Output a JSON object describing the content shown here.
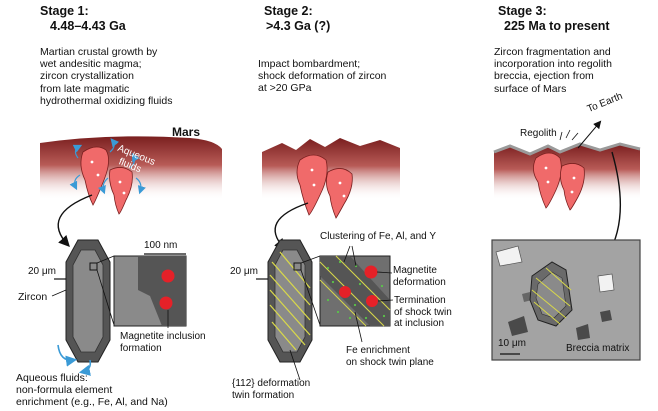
{
  "stage1": {
    "title_line1": "Stage 1:",
    "title_line2": "4.48–4.43 Ga",
    "description": [
      "Martian crustal growth by",
      "wet andesitic magma;",
      "zircon crystallization",
      "from late magmatic",
      "hydrothermal oxidizing fluids"
    ],
    "mars_label": "Mars",
    "fluids_label_line1": "Aqueous",
    "fluids_label_line2": "fluids",
    "scale_label": "20 μm",
    "zoom_scale_label": "100 nm",
    "zircon_label": "Zircon",
    "inclusion_label_line1": "Magnetite inclusion",
    "inclusion_label_line2": "formation",
    "fluids_note": [
      "Aqueous fluids:",
      "non-formula element",
      "enrichment (e.g., Fe, Al, and Na)"
    ]
  },
  "stage2": {
    "title_line1": "Stage 2:",
    "title_line2": ">4.3 Ga (?)",
    "description": [
      "Impact bombardment;",
      "shock deformation of zircon",
      "at >20 GPa"
    ],
    "scale_label": "20 μm",
    "clustering_label": "Clustering of Fe, Al, and Y",
    "magnetite_deform_label": [
      "Magnetite",
      "deformation"
    ],
    "termination_label": [
      "Termination",
      "of shock twin",
      "at inclusion"
    ],
    "fe_enrichment_label": [
      "Fe enrichment",
      "on shock twin plane"
    ],
    "twin_label": [
      "{112} deformation",
      "twin formation"
    ]
  },
  "stage3": {
    "title_line1": "Stage 3:",
    "title_line2": "225 Ma to present",
    "description": [
      "Zircon fragmentation and",
      "incorporation into regolith",
      "breccia, ejection from",
      "surface of Mars"
    ],
    "to_earth_label": "To Earth",
    "regolith_label": "Regolith",
    "scale_label": "10 μm",
    "matrix_label": "Breccia matrix"
  },
  "colors": {
    "crust_dark": "#7a1f1f",
    "crust_light": "#e9c9c4",
    "magma": "#f06a6a",
    "zircon_dark": "#555555",
    "zircon_light": "#9a9a9a",
    "inclusion": "#e52128",
    "twin": "#d8d84a",
    "fluid_arrow": "#3a9ad6"
  }
}
